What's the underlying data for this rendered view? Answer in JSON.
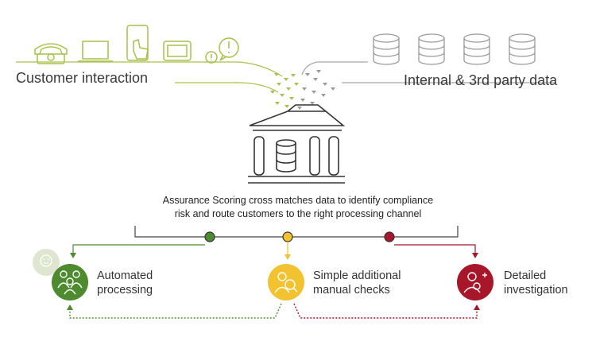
{
  "labels": {
    "customer_interaction": "Customer interaction",
    "internal_data": "Internal & 3rd party data"
  },
  "caption": {
    "line1": "Assurance Scoring cross matches data to identify compliance",
    "line2": "risk and route customers to the right processing channel"
  },
  "outcomes": {
    "automated": {
      "line1": "Automated",
      "line2": "processing",
      "color": "#4e8a2e"
    },
    "simple": {
      "line1": "Simple additional",
      "line2": "manual checks",
      "color": "#f2c230"
    },
    "detailed": {
      "line1": "Detailed",
      "line2": "investigation",
      "color": "#a8162a"
    }
  },
  "colors": {
    "lime_line": "#a6c24a",
    "grey_line": "#a7a7a7",
    "dark_line": "#444444"
  },
  "icons": {
    "customer_devices": [
      "telephone-icon",
      "laptop-icon",
      "tablet-touch-icon",
      "atm-card-icon",
      "speech-bubbles-icon"
    ],
    "databases": [
      "database-icon",
      "database-icon",
      "database-icon",
      "database-icon"
    ],
    "center": "bank-database-icon",
    "outcomes": [
      "people-group-icon",
      "person-search-icon",
      "person-add-icon"
    ]
  }
}
